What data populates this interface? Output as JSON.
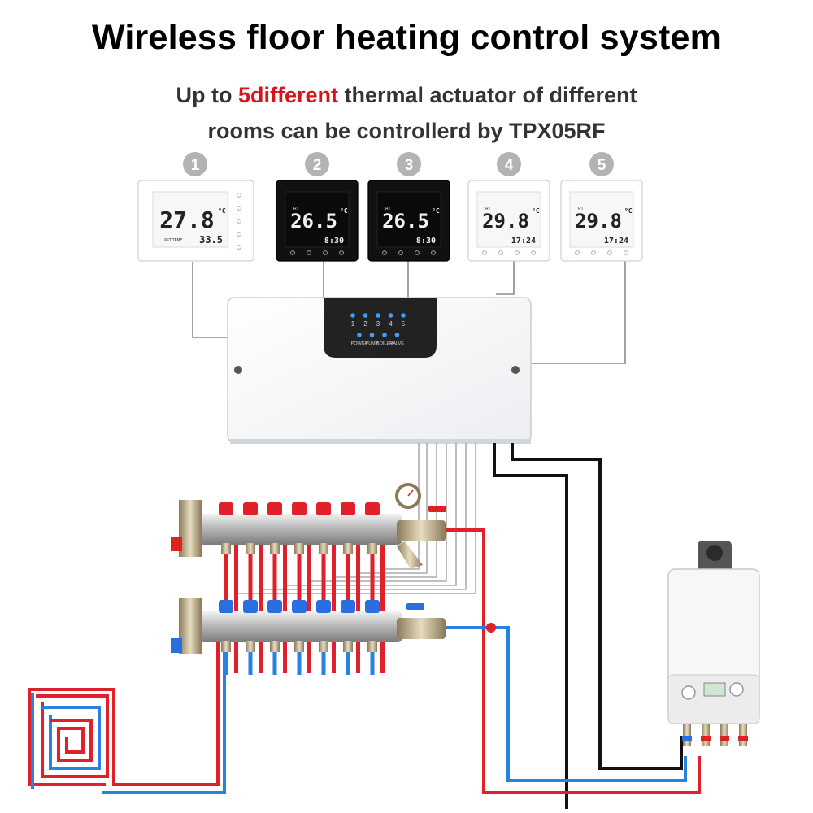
{
  "header": {
    "title": "Wireless floor heating control system",
    "subtitle_pre": "Up to ",
    "subtitle_accent": "5different",
    "subtitle_post": " thermal actuator of different",
    "subtitle_line2": "rooms can be controllerd by TPX05RF"
  },
  "thermostats": [
    {
      "number": "1",
      "temp": "27.8",
      "unit": "°C",
      "secondary": "33.5",
      "style": "white"
    },
    {
      "number": "2",
      "temp": "26.5",
      "unit": "°C",
      "secondary": "8:30",
      "style": "black"
    },
    {
      "number": "3",
      "temp": "26.5",
      "unit": "°C",
      "secondary": "8:30",
      "style": "black"
    },
    {
      "number": "4",
      "temp": "29.8",
      "unit": "°C",
      "secondary": "17:24",
      "style": "white"
    },
    {
      "number": "5",
      "temp": "29.8",
      "unit": "°C",
      "secondary": "17:24",
      "style": "white"
    }
  ],
  "thermostat_small_labels": {
    "rt": "RT",
    "set_temp": "SET TEMP"
  },
  "controller": {
    "zone_labels": [
      "1",
      "2",
      "3",
      "4",
      "5"
    ],
    "status_labels": [
      "POWER",
      "PUMP",
      "BOILER",
      "VALVE"
    ]
  },
  "colors": {
    "flow": "#e0202a",
    "return": "#2a82e0",
    "accent": "#d9121b",
    "actuator_red": "#e0202a",
    "actuator_blue": "#2a6fe0",
    "led": "#3aa0ff"
  }
}
